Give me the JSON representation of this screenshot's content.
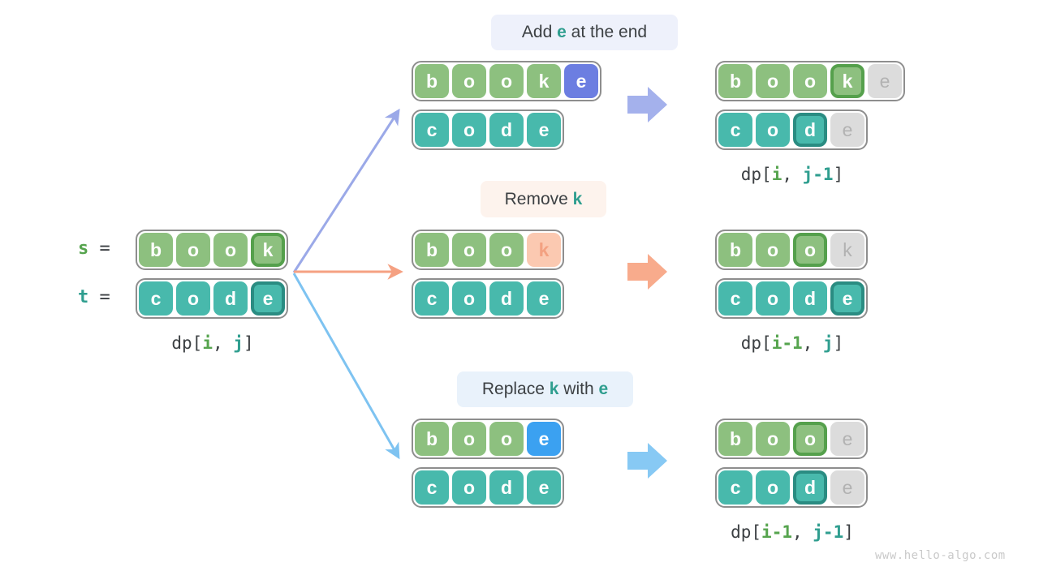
{
  "watermark": "www.hello-algo.com",
  "colors": {
    "tile_green": "#8dc07f",
    "tile_green_border": "#55a04c",
    "tile_teal": "#48b9ac",
    "tile_teal_border": "#2a8c82",
    "tile_purple": "#6c7ee1",
    "tile_blue": "#3ba1f1",
    "tile_peach": "#fbc9b1",
    "tile_peach_text": "#f3a181",
    "tile_gray": "#dcdcdc",
    "tile_gray_text": "#b2b2b2",
    "container_border": "#8e8e8e",
    "text_dark": "#3c4043",
    "text_green": "#56a44e",
    "text_teal": "#2f9e8f",
    "label_bg_add": "#eef1fb",
    "label_bg_remove": "#fdf3ed",
    "label_bg_replace": "#e9f2fb",
    "arrow_add": "#9ba9e8",
    "arrow_remove": "#f5a182",
    "arrow_replace": "#7ec3f1",
    "fat_arrow_add": "#a4b1ec",
    "fat_arrow_remove": "#f8ab8c",
    "fat_arrow_replace": "#87c9f4",
    "watermark_color": "#c9c9c9"
  },
  "left": {
    "s_label": [
      {
        "text": "s",
        "style": "green"
      },
      {
        "text": " =",
        "style": "dark"
      }
    ],
    "t_label": [
      {
        "text": "t",
        "style": "teal"
      },
      {
        "text": " =",
        "style": "dark"
      }
    ],
    "s_tiles": [
      {
        "ch": "b",
        "style": "green"
      },
      {
        "ch": "o",
        "style": "green"
      },
      {
        "ch": "o",
        "style": "green"
      },
      {
        "ch": "k",
        "style": "green-hl"
      }
    ],
    "t_tiles": [
      {
        "ch": "c",
        "style": "teal"
      },
      {
        "ch": "o",
        "style": "teal"
      },
      {
        "ch": "d",
        "style": "teal"
      },
      {
        "ch": "e",
        "style": "teal-hl"
      }
    ],
    "dp": [
      {
        "text": "dp[",
        "style": "dark"
      },
      {
        "text": "i",
        "style": "green"
      },
      {
        "text": ", ",
        "style": "dark"
      },
      {
        "text": "j",
        "style": "teal"
      },
      {
        "text": "]",
        "style": "dark"
      }
    ]
  },
  "branches": {
    "add": {
      "label": [
        {
          "text": "Add ",
          "style": "dark"
        },
        {
          "text": "e",
          "style": "teal-bold"
        },
        {
          "text": " at the end",
          "style": "dark"
        }
      ],
      "before_s": [
        {
          "ch": "b",
          "style": "green"
        },
        {
          "ch": "o",
          "style": "green"
        },
        {
          "ch": "o",
          "style": "green"
        },
        {
          "ch": "k",
          "style": "green"
        },
        {
          "ch": "e",
          "style": "purple"
        }
      ],
      "before_t": [
        {
          "ch": "c",
          "style": "teal"
        },
        {
          "ch": "o",
          "style": "teal"
        },
        {
          "ch": "d",
          "style": "teal"
        },
        {
          "ch": "e",
          "style": "teal"
        }
      ],
      "after_s": [
        {
          "ch": "b",
          "style": "green"
        },
        {
          "ch": "o",
          "style": "green"
        },
        {
          "ch": "o",
          "style": "green"
        },
        {
          "ch": "k",
          "style": "green-hl"
        },
        {
          "ch": "e",
          "style": "gray"
        }
      ],
      "after_t": [
        {
          "ch": "c",
          "style": "teal"
        },
        {
          "ch": "o",
          "style": "teal"
        },
        {
          "ch": "d",
          "style": "teal-hl"
        },
        {
          "ch": "e",
          "style": "gray"
        }
      ],
      "dp": [
        {
          "text": "dp[",
          "style": "dark"
        },
        {
          "text": "i",
          "style": "green"
        },
        {
          "text": ", ",
          "style": "dark"
        },
        {
          "text": "j-1",
          "style": "teal"
        },
        {
          "text": "]",
          "style": "dark"
        }
      ]
    },
    "remove": {
      "label": [
        {
          "text": "Remove ",
          "style": "dark"
        },
        {
          "text": "k",
          "style": "teal-bold"
        }
      ],
      "before_s": [
        {
          "ch": "b",
          "style": "green"
        },
        {
          "ch": "o",
          "style": "green"
        },
        {
          "ch": "o",
          "style": "green"
        },
        {
          "ch": "k",
          "style": "peach"
        }
      ],
      "before_t": [
        {
          "ch": "c",
          "style": "teal"
        },
        {
          "ch": "o",
          "style": "teal"
        },
        {
          "ch": "d",
          "style": "teal"
        },
        {
          "ch": "e",
          "style": "teal"
        }
      ],
      "after_s": [
        {
          "ch": "b",
          "style": "green"
        },
        {
          "ch": "o",
          "style": "green"
        },
        {
          "ch": "o",
          "style": "green-hl"
        },
        {
          "ch": "k",
          "style": "gray"
        }
      ],
      "after_t": [
        {
          "ch": "c",
          "style": "teal"
        },
        {
          "ch": "o",
          "style": "teal"
        },
        {
          "ch": "d",
          "style": "teal"
        },
        {
          "ch": "e",
          "style": "teal-hl"
        }
      ],
      "dp": [
        {
          "text": "dp[",
          "style": "dark"
        },
        {
          "text": "i-1",
          "style": "green"
        },
        {
          "text": ", ",
          "style": "dark"
        },
        {
          "text": "j",
          "style": "teal"
        },
        {
          "text": "]",
          "style": "dark"
        }
      ]
    },
    "replace": {
      "label": [
        {
          "text": "Replace ",
          "style": "dark"
        },
        {
          "text": "k",
          "style": "teal-bold"
        },
        {
          "text": " with ",
          "style": "dark"
        },
        {
          "text": "e",
          "style": "teal-bold"
        }
      ],
      "before_s": [
        {
          "ch": "b",
          "style": "green"
        },
        {
          "ch": "o",
          "style": "green"
        },
        {
          "ch": "o",
          "style": "green"
        },
        {
          "ch": "e",
          "style": "blue"
        }
      ],
      "before_t": [
        {
          "ch": "c",
          "style": "teal"
        },
        {
          "ch": "o",
          "style": "teal"
        },
        {
          "ch": "d",
          "style": "teal"
        },
        {
          "ch": "e",
          "style": "teal"
        }
      ],
      "after_s": [
        {
          "ch": "b",
          "style": "green"
        },
        {
          "ch": "o",
          "style": "green"
        },
        {
          "ch": "o",
          "style": "green-hl"
        },
        {
          "ch": "e",
          "style": "gray"
        }
      ],
      "after_t": [
        {
          "ch": "c",
          "style": "teal"
        },
        {
          "ch": "o",
          "style": "teal"
        },
        {
          "ch": "d",
          "style": "teal-hl"
        },
        {
          "ch": "e",
          "style": "gray"
        }
      ],
      "dp": [
        {
          "text": "dp[",
          "style": "dark"
        },
        {
          "text": "i-1",
          "style": "green"
        },
        {
          "text": ", ",
          "style": "dark"
        },
        {
          "text": "j-1",
          "style": "teal"
        },
        {
          "text": "]",
          "style": "dark"
        }
      ]
    }
  }
}
